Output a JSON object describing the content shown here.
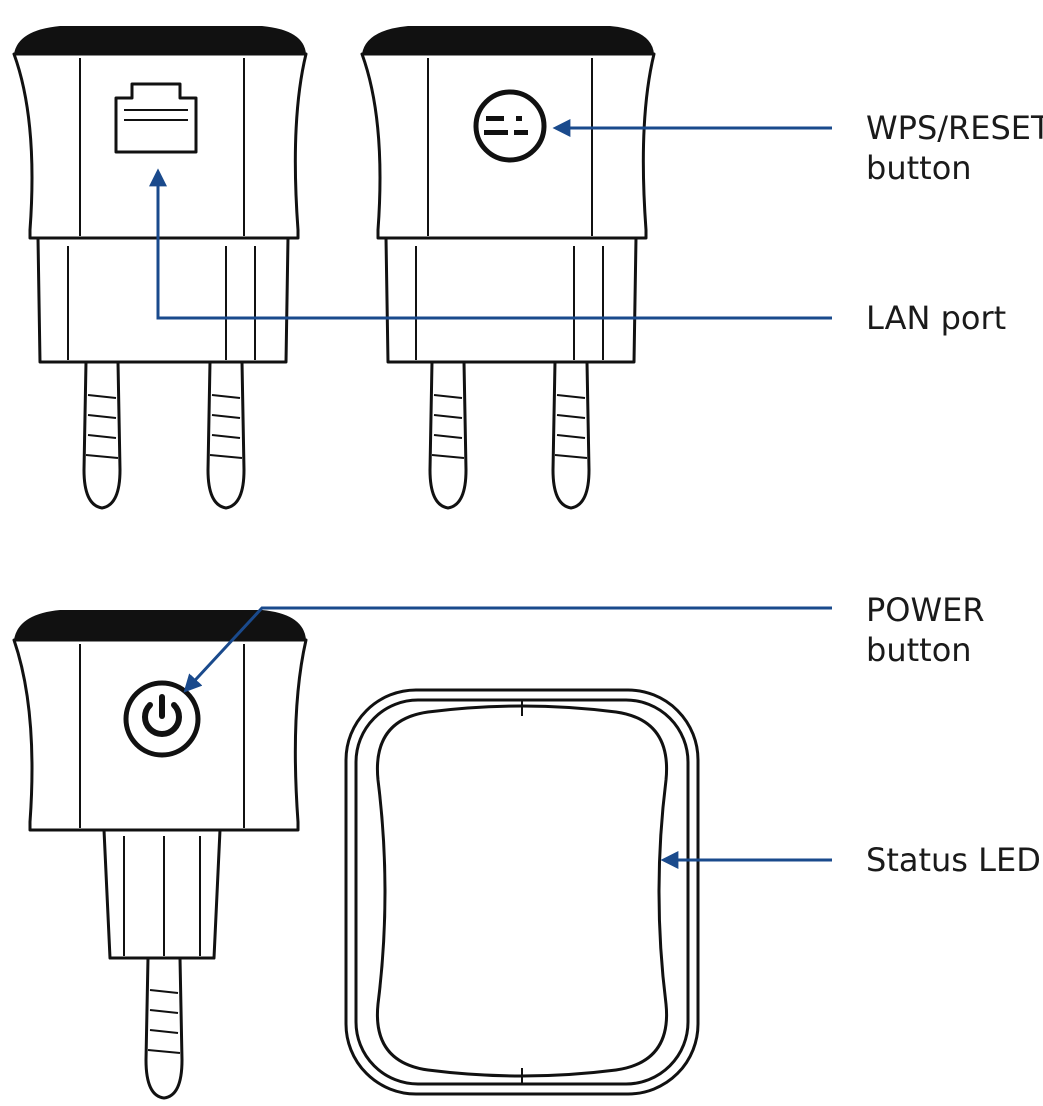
{
  "callouts": {
    "wps_reset": "WPS/RESET\nbutton",
    "lan_port": "LAN port",
    "power": "POWER\nbutton",
    "status_led": "Status LED"
  },
  "colors": {
    "arrow": "#1a4a8c",
    "outline": "#111111",
    "background": "#ffffff"
  }
}
